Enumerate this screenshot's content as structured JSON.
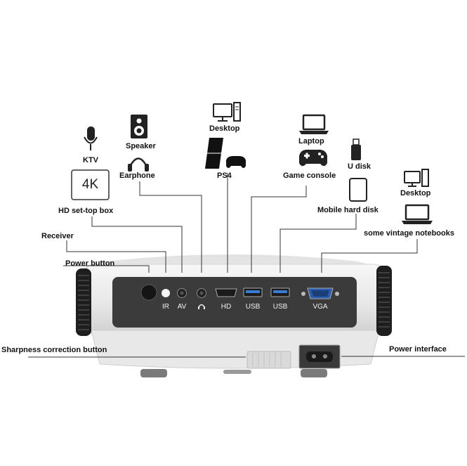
{
  "devices": {
    "ktv": "KTV",
    "speaker": "Speaker",
    "earphone": "Earphone",
    "desktop_top": "Desktop",
    "ps4": "PS4",
    "laptop": "Laptop",
    "game_console": "Game console",
    "u_disk": "U disk",
    "desktop_right": "Desktop",
    "hd_set_top_box": "HD set-top box",
    "set_top_box_badge": "4K",
    "mobile_hard_disk": "Mobile hard disk",
    "vintage_notebooks": "some vintage notebooks",
    "receiver": "Receiver"
  },
  "callouts": {
    "power_button": "Power button",
    "sharpness_button": "Sharpness correction button",
    "power_interface": "Power interface"
  },
  "ports": {
    "ir": "IR",
    "av": "AV",
    "hd": "HD",
    "usb1": "USB",
    "usb2": "USB",
    "vga": "VGA"
  },
  "colors": {
    "panel": "#3b3b3b",
    "body": "#ececec",
    "line": "#333333"
  }
}
